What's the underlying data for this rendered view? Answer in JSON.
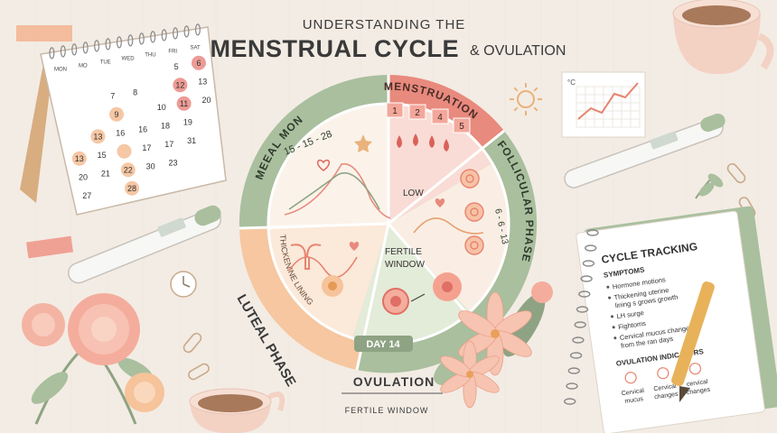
{
  "title": {
    "line1": "UNDERSTANDING THE",
    "line2": "MENSTRUAL CYCLE",
    "line3": "& OVULATION"
  },
  "calendar": {
    "days": [
      "MON",
      "MO",
      "TUE",
      "WED",
      "THU",
      "FRI",
      "SAT"
    ],
    "rows": [
      [
        "",
        "",
        "",
        "",
        "",
        "5",
        "6"
      ],
      [
        "",
        "",
        "7",
        "8",
        "",
        "12",
        "13"
      ],
      [
        "",
        "",
        "9",
        "",
        "10",
        "11",
        "20"
      ],
      [
        "",
        "13",
        "16",
        "16",
        "18",
        "19",
        ""
      ],
      [
        "13",
        "15",
        "",
        "17",
        "17",
        "31",
        ""
      ],
      [
        "20",
        "21",
        "22",
        "30",
        "23",
        "",
        ""
      ],
      [
        "27",
        "",
        "28",
        "",
        "",
        "",
        ""
      ]
    ],
    "highlight_color": "#f6c7a4",
    "period_color": "#e98a83"
  },
  "wheel": {
    "menstruation": {
      "label": "MENSTRUATION",
      "days": [
        "1",
        "2",
        "4",
        "5"
      ],
      "level": "LOW",
      "color": "#e88a7d"
    },
    "follicular": {
      "label": "FOLLICULAR PHASE",
      "range": "6 - 6 - 13",
      "color": "#a9bf9e"
    },
    "luteal": {
      "label": "LUTEAL PHASE",
      "sub": "THICKENINE LINING",
      "color": "#f6c7a0"
    },
    "meal": {
      "label": "MEEAL MON",
      "range": "15 - 15 - 28",
      "color": "#a9bf9e"
    },
    "fertile": {
      "label1": "FERTILE",
      "label2": "WINDOW",
      "day": "DAY 14",
      "color": "#a9bf9e"
    }
  },
  "ovulation": {
    "label": "OVULATION",
    "window": "FERTILE WINDOW"
  },
  "thermometer_chart": {
    "unit": "°C"
  },
  "notebook": {
    "title": "CYCLE TRACKING",
    "symptoms_header": "SYMPTOMS",
    "symptoms": [
      "Hormone motions",
      "Thickening uterine lining s grows growth",
      "LH surge",
      "Fightoms",
      "Cervical mucus changes from the ran days"
    ],
    "indicators_header": "OVULATION INDICATORS",
    "indicators": [
      "Cervical mucus",
      "Cervical changes",
      "cervical changes"
    ]
  }
}
